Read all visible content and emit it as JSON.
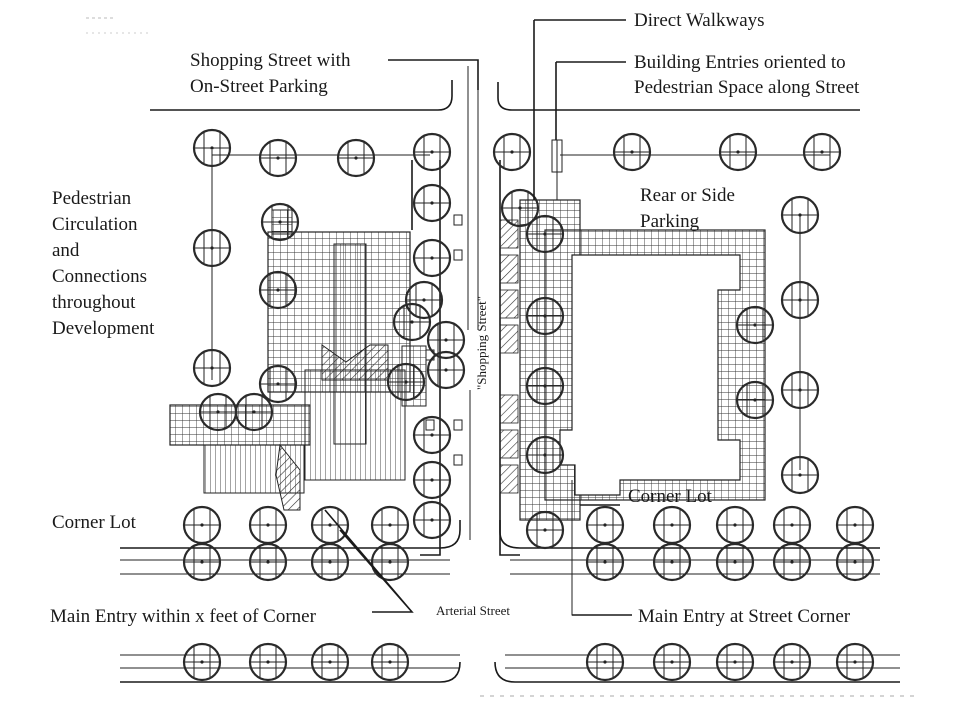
{
  "labels": {
    "direct_walkways": "Direct Walkways",
    "shopping_street_line1": "Shopping Street with",
    "shopping_street_line2": "On-Street Parking",
    "building_entries_line1": "Building Entries oriented to",
    "building_entries_line2": "Pedestrian Space along Street",
    "pedestrian_line1": "Pedestrian",
    "pedestrian_line2": "Circulation",
    "pedestrian_line3": "and",
    "pedestrian_line4": "Connections",
    "pedestrian_line5": "throughout",
    "pedestrian_line6": "Development",
    "rear_parking_line1": "Rear or Side",
    "rear_parking_line2": "Parking",
    "shopping_street_vertical": "\"Shopping Street\"",
    "corner_lot_left": "Corner Lot",
    "corner_lot_right": "Corner Lot",
    "main_entry_left": "Main Entry within x feet of Corner",
    "arterial_street": "Arterial Street",
    "main_entry_right": "Main Entry at Street Corner"
  }
}
